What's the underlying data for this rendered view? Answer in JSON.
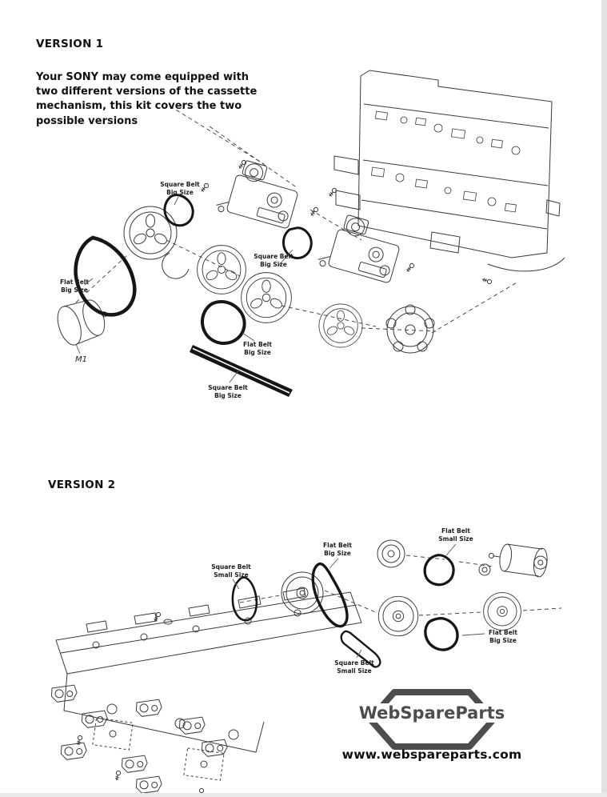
{
  "version1": {
    "title": "VERSION 1",
    "description": "Your SONY may come equipped with two different versions of the cassette mechanism, this kit covers the two possible versions",
    "motor_label": "M1",
    "labels": [
      {
        "line1": "Square Belt",
        "line2": "Big Size"
      },
      {
        "line1": "Square Belt",
        "line2": "Big Size"
      },
      {
        "line1": "Flat Belt",
        "line2": "Big Size"
      },
      {
        "line1": "Flat Belt",
        "line2": "Big Size"
      },
      {
        "line1": "Square Belt",
        "line2": "Big Size"
      }
    ]
  },
  "version2": {
    "title": "VERSION 2",
    "labels": [
      {
        "line1": "Square Belt",
        "line2": "Small Size"
      },
      {
        "line1": "Flat Belt",
        "line2": "Big Size"
      },
      {
        "line1": "Flat Belt",
        "line2": "Small Size"
      },
      {
        "line1": "Flat Belt",
        "line2": "Big Size"
      },
      {
        "line1": "Square Belt",
        "line2": "Small Size"
      }
    ]
  },
  "footer": {
    "brand": "WebSpareParts",
    "website": "www.webspareparts.com"
  },
  "colors": {
    "line": "#3a3a3a",
    "belt": "#161616",
    "logo": "#4d4d4d",
    "text": "#101010"
  }
}
